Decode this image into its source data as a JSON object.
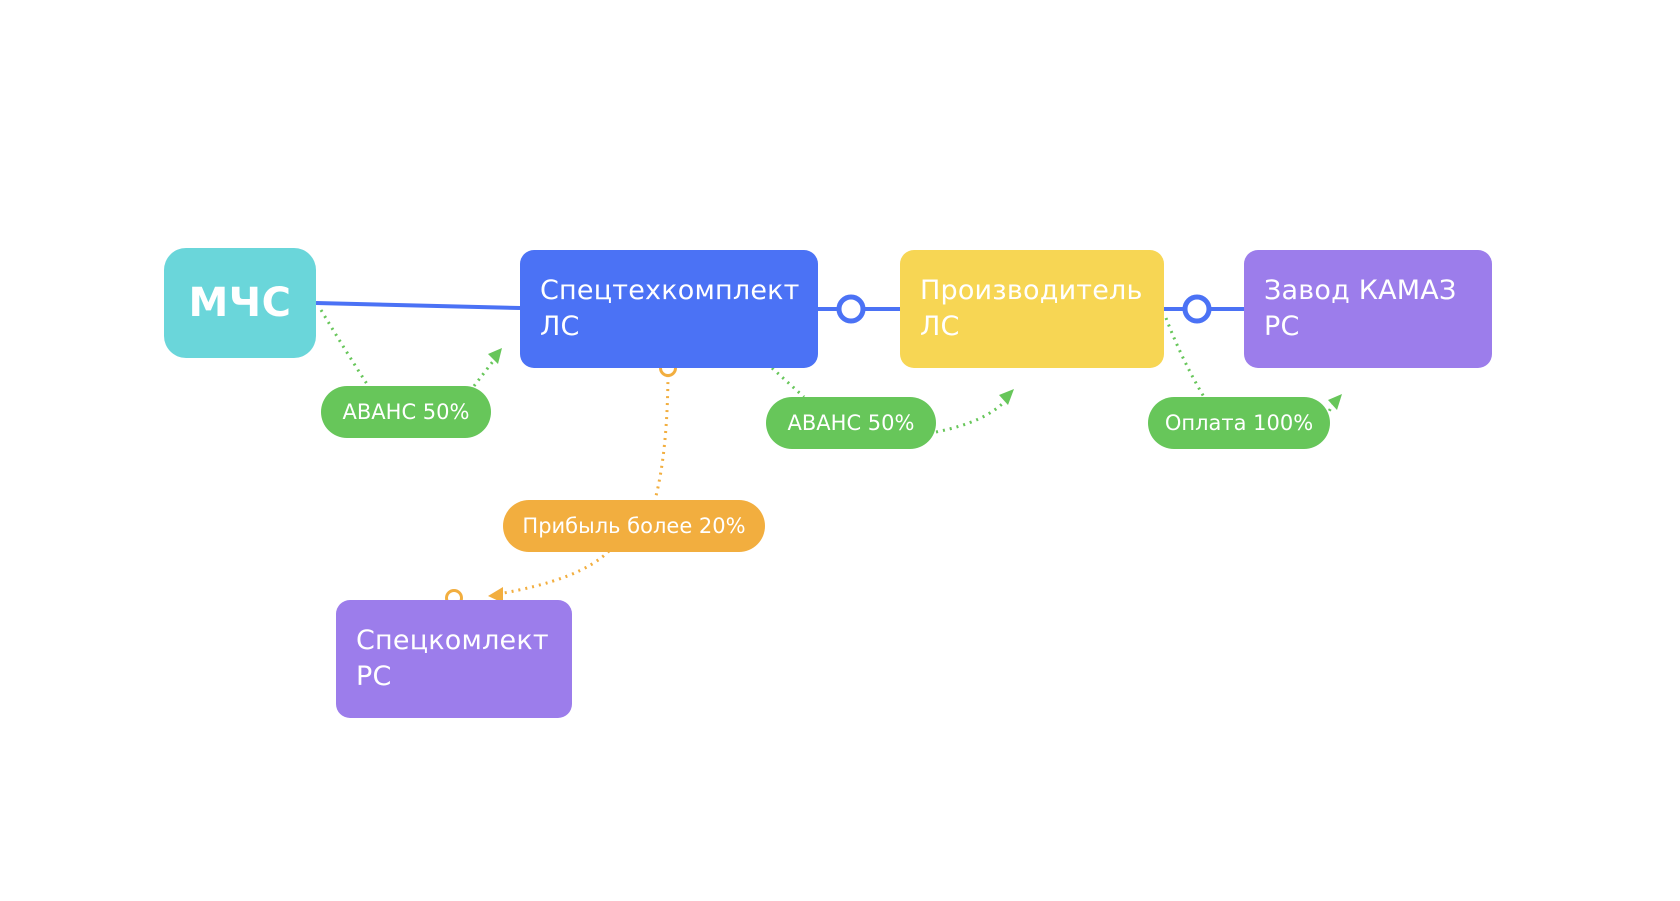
{
  "diagram": {
    "nodes": {
      "mchs": {
        "label": "МЧС",
        "color": "#6AD6DA"
      },
      "spectechkomplekt": {
        "label": "Спецтехкомплект\nЛС",
        "color": "#4B72F5"
      },
      "proizvoditel": {
        "label": "Производитель\nЛС",
        "color": "#F7D654"
      },
      "zavod": {
        "label": "Завод КАМАЗ\nРС",
        "color": "#9C7DEB"
      },
      "speckomplekt": {
        "label": "Спецкомлект\nРС",
        "color": "#9C7DEB"
      }
    },
    "labels": {
      "avans1": {
        "label": "АВАНС 50%",
        "color": "#67C65A"
      },
      "avans2": {
        "label": "АВАНС 50%",
        "color": "#67C65A"
      },
      "oplata": {
        "label": "Оплата 100%",
        "color": "#67C65A"
      },
      "pribyl": {
        "label": "Прибыль более 20%",
        "color": "#F2AE3F"
      }
    },
    "colors": {
      "main_line": "#4B72F5",
      "payment_arrow": "#67C65A",
      "profit_arrow": "#F2AE3F"
    }
  }
}
